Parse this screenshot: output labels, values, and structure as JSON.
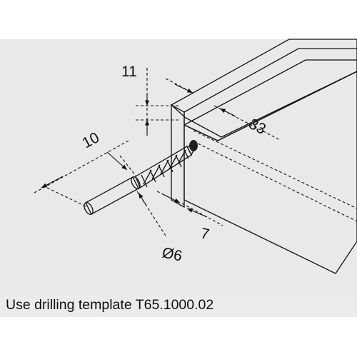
{
  "diagram": {
    "labels": {
      "dim_11": "11",
      "dim_33": "33",
      "dim_10": "10",
      "dim_7": "7",
      "dim_diameter": "Ø6"
    }
  },
  "caption": {
    "text": "Use drilling template T65.1000.02"
  },
  "colors": {
    "figure_background": "#e9e9e9",
    "panel_top": "#f6f6f6",
    "panel_front": "#cfcfcf",
    "panel_edge": "#e4e4e4",
    "caption_background": "#ebebeb",
    "line": "#111111"
  }
}
